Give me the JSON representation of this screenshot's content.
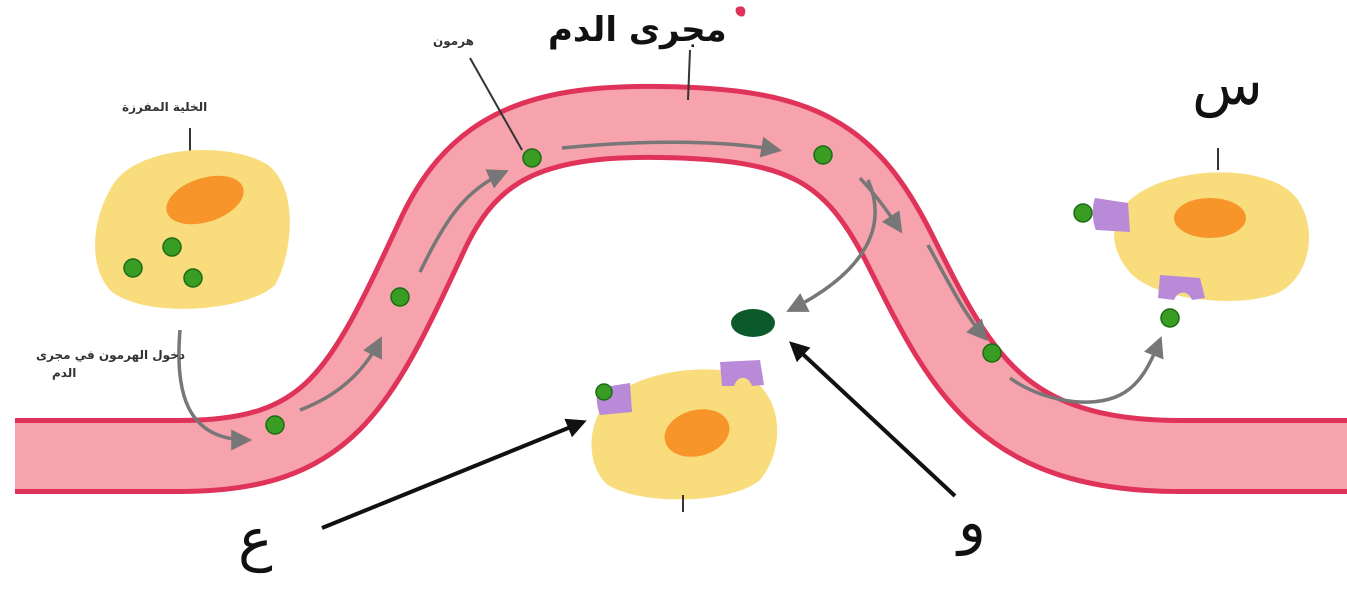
{
  "labels": {
    "bloodstream": "مجرى الدم",
    "hormone": "هرمون",
    "secreting_cell": "الخلية المفرزة",
    "entry_line1": "دخول الهرمون في مجرى",
    "entry_line2": "الدم",
    "letter_s": "س",
    "letter_ain": "ع",
    "letter_waw": "و"
  },
  "colors": {
    "vessel_outer": "#e0335a",
    "vessel_inner": "#f7a3ad",
    "cell_body": "#f9dc7c",
    "nucleus": "#f7942a",
    "hormone": "#3a9d23",
    "hormone_dark": "#0c5a2b",
    "receptor": "#b88ad8",
    "arrow_gray": "#777777",
    "arrow_black": "#111111"
  }
}
